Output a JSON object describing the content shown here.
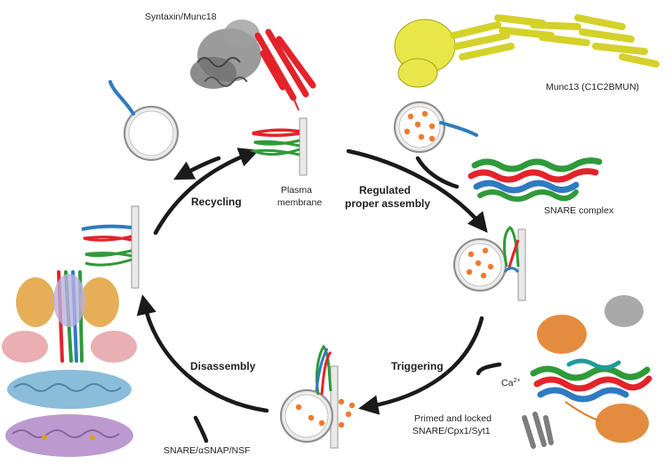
{
  "diagram": {
    "step_labels": {
      "regulated": [
        "Regulated",
        "proper assembly"
      ],
      "triggering": "Triggering",
      "disassembly": "Disassembly",
      "recycling": "Recycling"
    },
    "component_labels": {
      "syntaxin_munc18": "Syntaxin/Munc18",
      "munc13": "Munc13 (C1C2BMUN)",
      "snare_complex": "SNARE complex",
      "plasma_membrane": [
        "Plasma",
        "membrane"
      ],
      "calcium": "Ca",
      "calcium_charge": "2+",
      "primed_locked": [
        "Primed and locked",
        "SNARE/Cpx1/Syt1"
      ],
      "nsf": "SNARE/αSNAP/NSF"
    },
    "colors": {
      "syntaxin": "#e3232a",
      "synaptobrevin": "#2e7bc0",
      "snap25": "#2f9a3a",
      "munc18": "#7d7d7d",
      "munc13": "#e9e64a",
      "cpx_syt": "#e0802a",
      "neurotransmitter": "#f07a2e",
      "nsf_ring1": "#7cb6d6",
      "nsf_ring2": "#b58fcb",
      "alpha_snap": "#e5a1a4",
      "arrow": "#1a1a1a"
    }
  }
}
